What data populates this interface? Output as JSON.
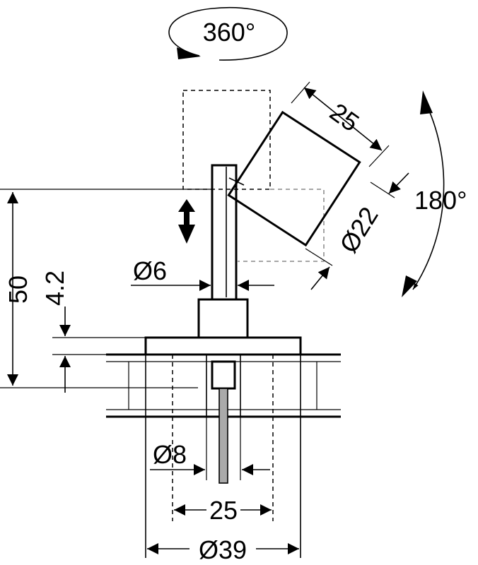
{
  "labels": {
    "rotation_360": "360°",
    "tilt_180": "180°",
    "head_width": "25",
    "head_diameter": "Ø22",
    "stem_diameter": "Ø6",
    "height": "50",
    "plate_thickness": "4.2",
    "hole_diameter": "Ø8",
    "hole_spacing": "25",
    "base_diameter": "Ø39"
  },
  "colors": {
    "line": "#000000",
    "hidden_line": "#888888",
    "cable": "#aaaaaa",
    "background": "#ffffff"
  }
}
